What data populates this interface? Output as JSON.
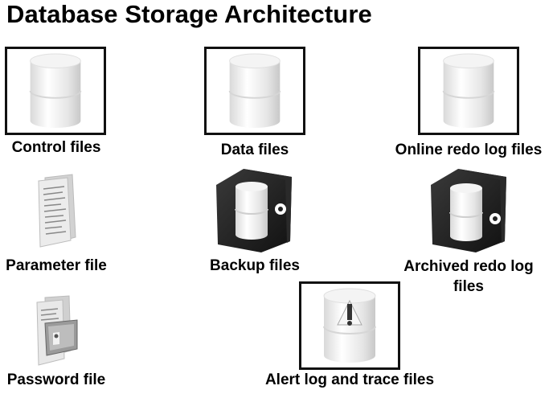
{
  "title": "Database Storage Architecture",
  "items": {
    "control_files": "Control files",
    "data_files": "Data files",
    "online_redo": "Online redo log files",
    "parameter_file": "Parameter file",
    "backup_files": "Backup files",
    "archived_redo_line1": "Archived redo log",
    "archived_redo_line2": "files",
    "password_file": "Password file",
    "alert_log": "Alert log and trace files"
  }
}
